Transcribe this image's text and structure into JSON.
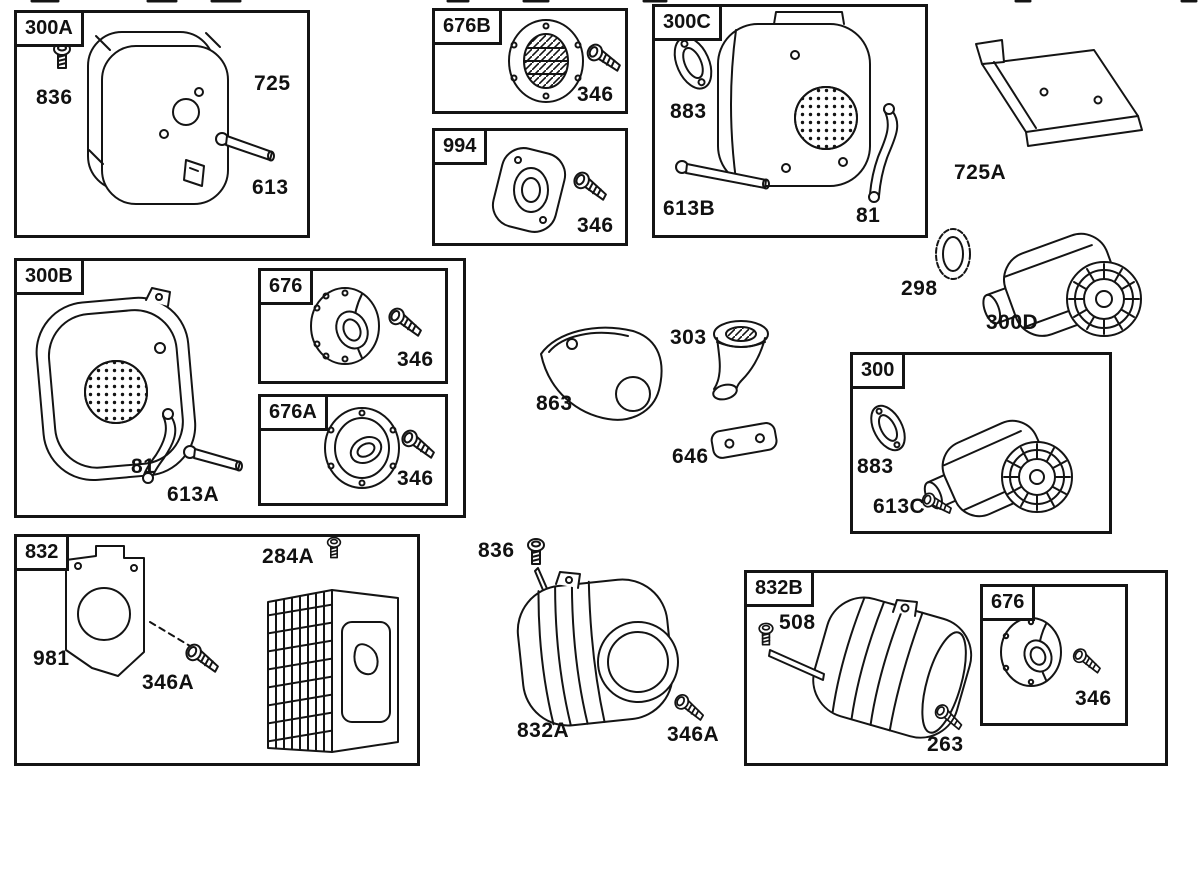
{
  "sections": {
    "s300A": {
      "tag": "300A",
      "parts": {
        "screw836": "836",
        "deflector725": "725",
        "bolt613": "613"
      }
    },
    "s676B": {
      "tag": "676B",
      "parts": {
        "screw346": "346"
      }
    },
    "s994": {
      "tag": "994",
      "parts": {
        "screw346": "346"
      }
    },
    "s300C": {
      "tag": "300C",
      "parts": {
        "gasket883": "883",
        "bolt613B": "613B",
        "strap81": "81"
      }
    },
    "s300B": {
      "tag": "300B",
      "parts": {
        "strap81": "81",
        "bolt613A": "613A"
      }
    },
    "s676": {
      "tag": "676",
      "parts": {
        "screw346": "346"
      }
    },
    "s676A": {
      "tag": "676A",
      "parts": {
        "screw346": "346"
      }
    },
    "s300": {
      "tag": "300",
      "parts": {
        "gasket883": "883",
        "screw613C": "613C"
      }
    },
    "s832": {
      "tag": "832",
      "parts": {
        "bracket981": "981",
        "screw346A": "346A",
        "shield284A": "284A"
      }
    },
    "s832B": {
      "tag": "832B",
      "parts": {
        "screw508": "508",
        "screw263": "263"
      }
    },
    "s676C": {
      "tag": "676",
      "parts": {
        "screw346": "346"
      }
    }
  },
  "loose_parts": {
    "deflector725A": "725A",
    "ring298": "298",
    "muffler300D": "300D",
    "bracket863": "863",
    "elbow303": "303",
    "plate646": "646",
    "screw836": "836",
    "guard832A": "832A",
    "screw346A": "346A"
  }
}
